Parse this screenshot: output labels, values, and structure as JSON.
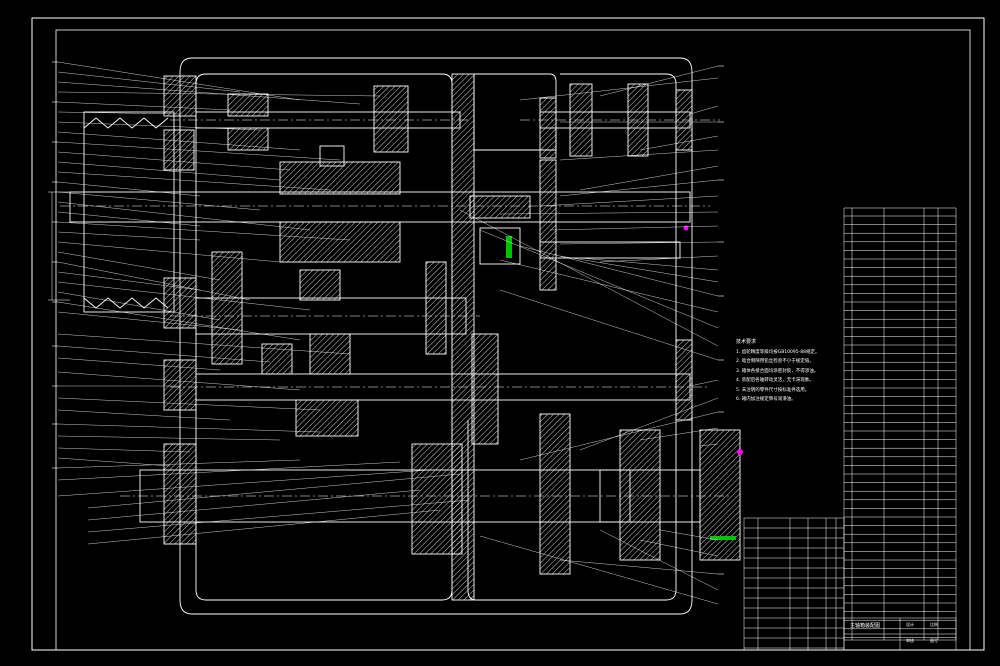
{
  "colors": {
    "background": "#000000",
    "lines": "#ffffff",
    "accent_green": "#00c000",
    "accent_magenta": "#ff00ff"
  },
  "notes": {
    "title": "技术要求",
    "lines": [
      "1. 齿轮精度等级均按GB10095-88规定。",
      "2. 啮合侧隙用铅丝检验不小于规定值。",
      "3. 箱体各接合面均涂密封胶，不得渗油。",
      "4. 装配后各轴转动灵活，无卡滞现象。",
      "5. 未注明的零件尺寸按标准件选用。",
      "6. 箱内加注规定牌号润滑油。"
    ]
  },
  "title_block": {
    "name": "主轴箱装配图",
    "fields": [
      "设计",
      "审核",
      "比例",
      "图号"
    ]
  }
}
